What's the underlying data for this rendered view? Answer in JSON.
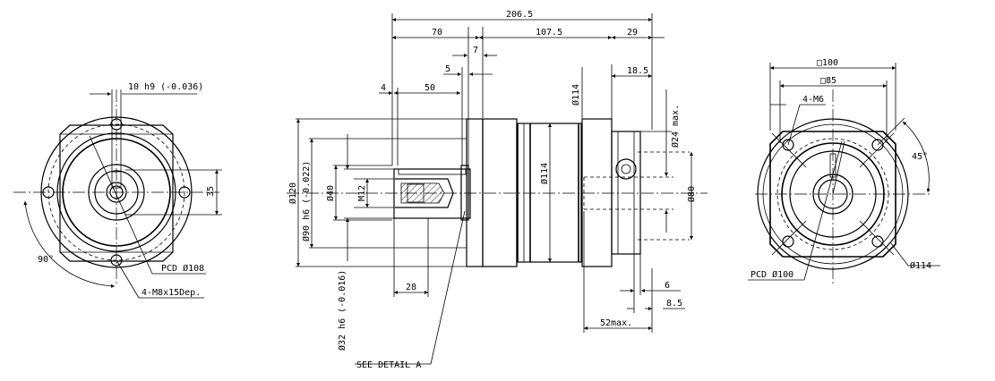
{
  "dims": {
    "total_length": "206.5",
    "d70": "70",
    "d107_5": "107.5",
    "d29": "29",
    "d7": "7",
    "d5": "5",
    "d18_5": "18.5",
    "d4": "4",
    "d50": "50",
    "d114_top": "Ø114",
    "d24max": "Ø24 max.",
    "d120": "Ø120",
    "d90h6": "Ø90 h6 (-0.022)",
    "d40": "Ø40",
    "m12": "M12",
    "d114_mid": "Ø114",
    "d80": "Ø80",
    "d28": "28",
    "d32h6": "Ø32 h6 (-0.016)",
    "d6": "6",
    "d8_5": "8.5",
    "d52max": "52max.",
    "see_detail": "SEE DETAIL A",
    "key10": "10 h9 (-0.036)",
    "d35": "35",
    "a90": "90°",
    "pcd108": "PCD Ø108",
    "m8": "4-M8x15Dep.",
    "sq100": "□100",
    "sq85": "□85",
    "m6": "4-M6",
    "a45": "45°",
    "pcd100": "PCD Ø100",
    "d114_right": "Ø114"
  }
}
